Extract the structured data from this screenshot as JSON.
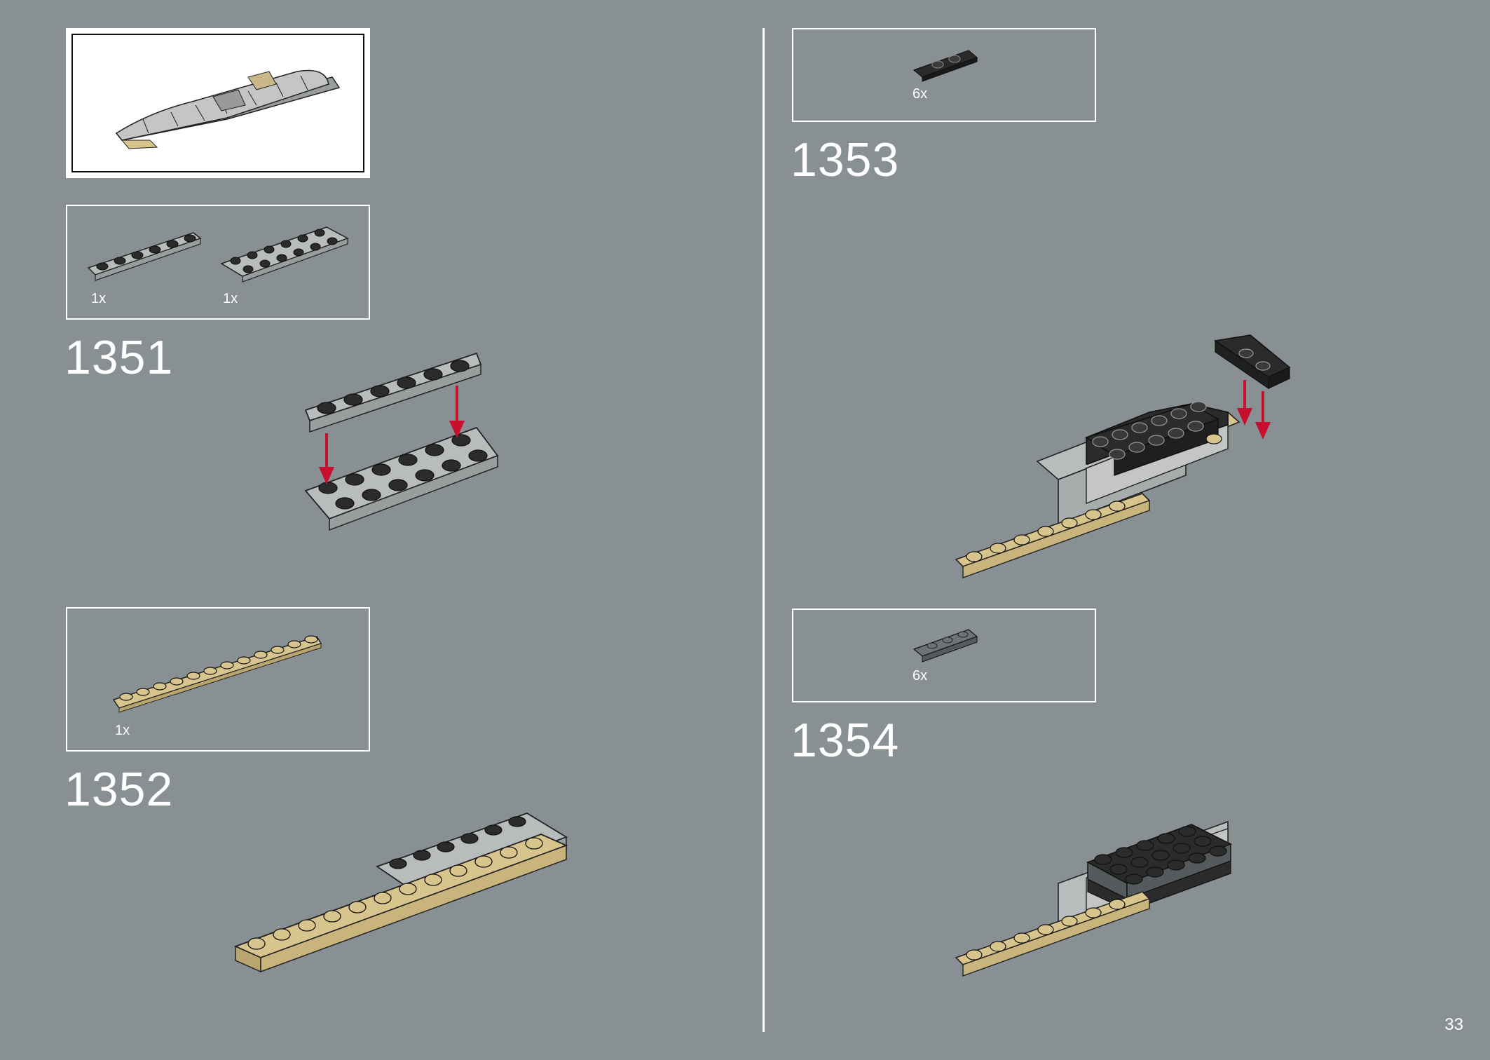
{
  "page": {
    "number": "33"
  },
  "steps": [
    {
      "number": "1351",
      "parts": [
        {
          "qty": "1x"
        },
        {
          "qty": "1x"
        }
      ]
    },
    {
      "number": "1352",
      "parts": [
        {
          "qty": "1x"
        }
      ]
    },
    {
      "number": "1353",
      "parts": [
        {
          "qty": "6x"
        }
      ]
    },
    {
      "number": "1354",
      "parts": [
        {
          "qty": "6x"
        }
      ]
    }
  ],
  "colors": {
    "background": "#899093",
    "frame": "#ffffff",
    "light_gray": "#b9bcbd",
    "dark_gray": "#2b2b2b",
    "mid_gray": "#6f7375",
    "tan": "#d8c48d",
    "arrow_red": "#c8102e"
  },
  "icons": {
    "arrow": "red-down-arrow",
    "divider": "vertical-page-divider"
  }
}
